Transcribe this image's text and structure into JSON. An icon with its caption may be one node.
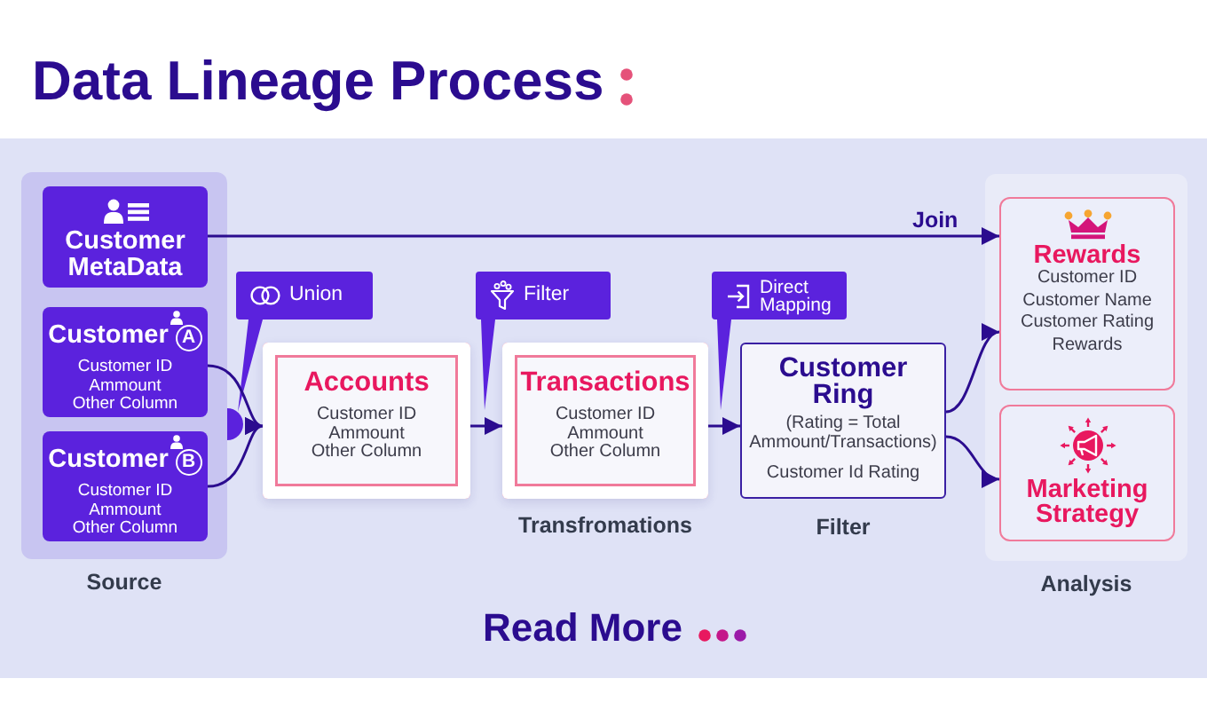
{
  "diagram": {
    "title": "Data Lineage Process",
    "nodes": [
      {
        "text": [
          "Source"
        ]
      },
      {
        "text": [
          "Customer MetaData"
        ],
        "in": 0
      },
      {
        "text": [
          "Customer",
          "A",
          "Customer ID",
          "Ammount",
          "Other Column"
        ],
        "in": 0
      },
      {
        "text": [
          "Customer",
          "B",
          "Customer ID",
          "Ammount",
          "Other Column"
        ],
        "in": 0
      },
      {
        "text": [
          "Union"
        ]
      },
      {
        "text": [
          "Accounts",
          "Customer ID",
          "Ammount",
          "Other Column"
        ]
      },
      {
        "text": [
          "Filter"
        ]
      },
      {
        "text": [
          "Transactions",
          "Customer ID",
          "Ammount",
          "Other Column"
        ],
        "beside": [
          "Transfromations"
        ]
      },
      {
        "text": [
          "Direct Mapping"
        ]
      },
      {
        "text": [
          "Customer Ring",
          "(Rating = Total Ammount/Transactions)",
          "Customer Id Rating"
        ],
        "beside": [
          "Filter"
        ]
      },
      {
        "text": [
          "Analysis"
        ]
      },
      {
        "text": [
          "Rewards",
          "Customer ID",
          "Customer Name",
          "Customer Rating",
          "Rewards"
        ],
        "in": 10
      },
      {
        "text": [
          "Marketing Strategy"
        ],
        "in": 10
      }
    ],
    "edges": [
      {
        "from": 1,
        "to": 11,
        "arrow": "to",
        "label": "Join"
      },
      {
        "from": 2,
        "to": 5,
        "arrow": "to"
      },
      {
        "from": 3,
        "to": 5,
        "arrow": "to"
      },
      {
        "from": 5,
        "to": 7,
        "arrow": "to"
      },
      {
        "from": 7,
        "to": 9,
        "arrow": "to"
      },
      {
        "from": 9,
        "to": 11,
        "arrow": "to"
      },
      {
        "from": 9,
        "to": 12,
        "arrow": "to"
      }
    ],
    "labels": [
      "Read More"
    ]
  }
}
